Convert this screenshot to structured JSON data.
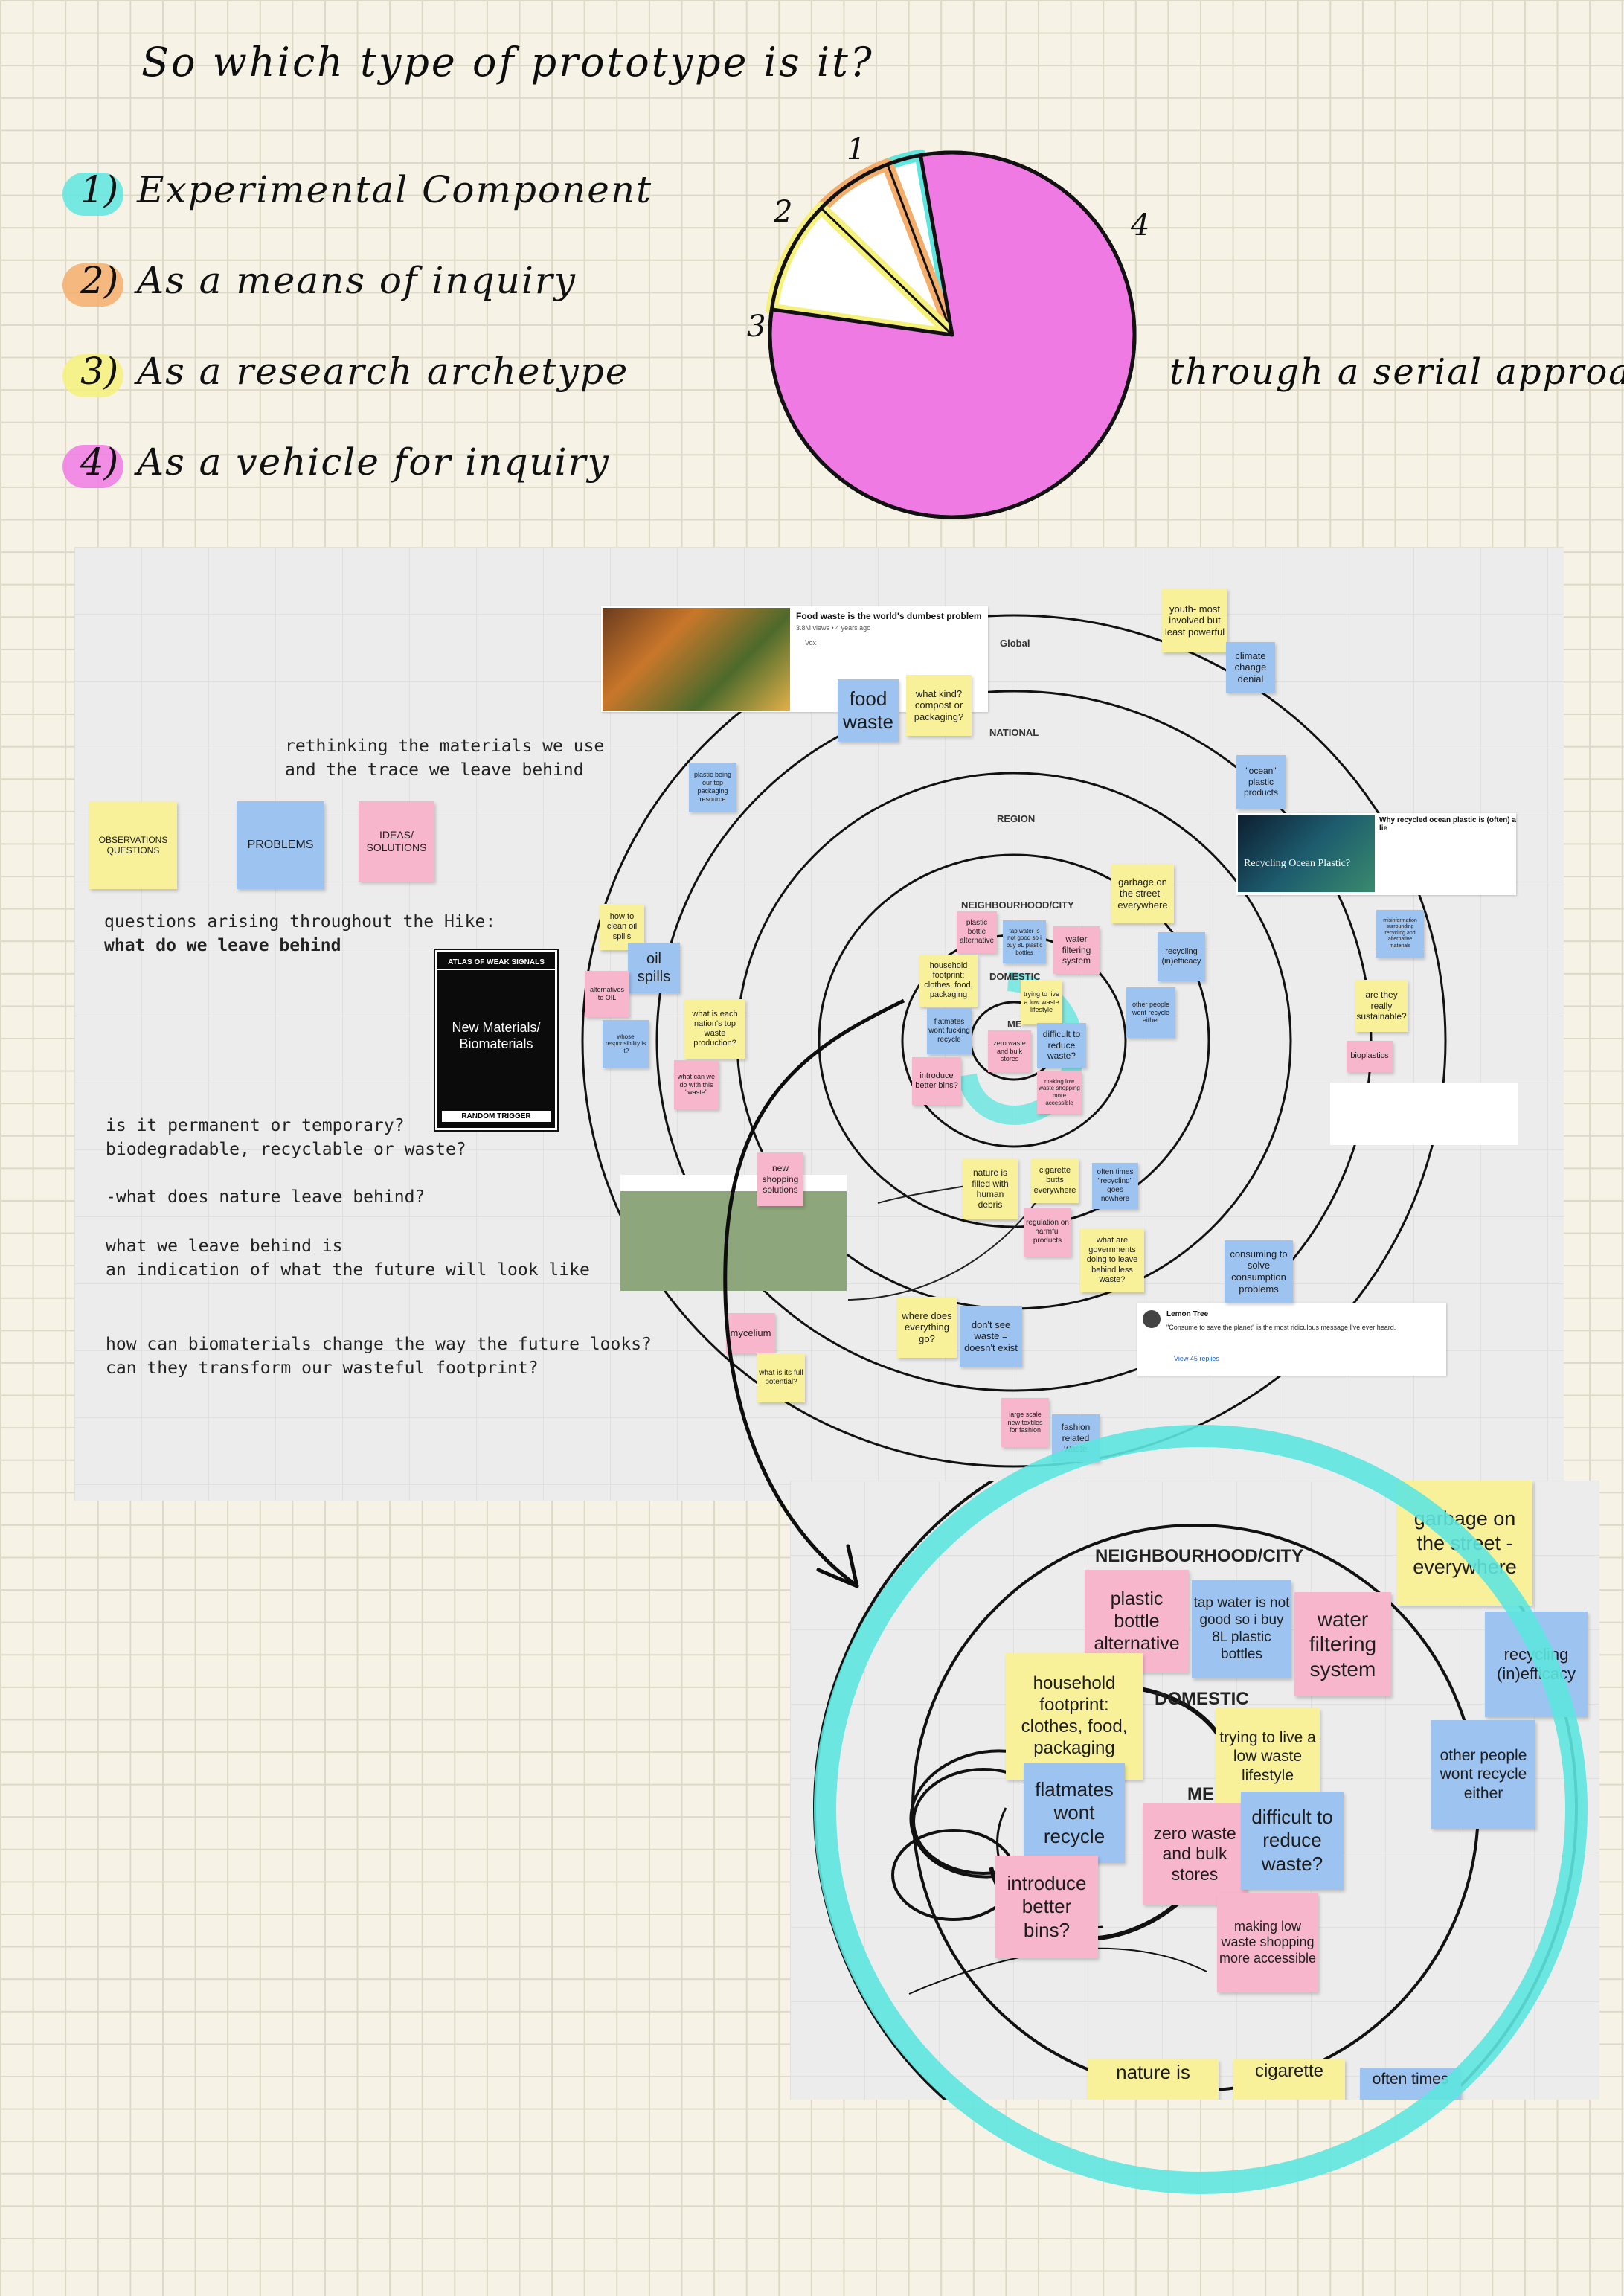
{
  "title": "So which type of prototype is it?",
  "types": [
    {
      "num": "1)",
      "label": "Experimental Component",
      "color": "#5ee6df",
      "pie_label": "1"
    },
    {
      "num": "2)",
      "label": "As a means of inquiry",
      "color": "#f4ad6b",
      "pie_label": "2"
    },
    {
      "num": "3)",
      "label": "As a research archetype",
      "color": "#f6f17a",
      "pie_label": "3"
    },
    {
      "num": "4)",
      "label": "As a vehicle for inquiry",
      "color": "#f07ae4",
      "pie_label": "4"
    }
  ],
  "serial_note": "through a serial approach",
  "board": {
    "heading": "rethinking the materials we use\nand the trace we leave behind",
    "legend": [
      "OBSERVATIONS\nQUESTIONS",
      "PROBLEMS",
      "IDEAS/\nSOLUTIONS"
    ],
    "questions_intro": "questions arising throughout the Hike:",
    "questions_bold": "what do we leave behind",
    "book": {
      "top": "ATLAS OF WEAK SIGNALS",
      "main": "New Materials/\nBiomaterials",
      "bottom": "RANDOM TRIGGER"
    },
    "q1": "is it permanent or temporary?\nbiodegradable, recyclable or waste?",
    "q2": "-what does nature leave behind?",
    "q3": "what we leave behind is\nan indication of what the future will look like",
    "q4": "how can biomaterials change the way the future looks?\ncan they transform our wasteful footprint?",
    "rings": [
      "Global",
      "NATIONAL",
      "REGION",
      "NEIGHBOURHOOD/CITY",
      "DOMESTIC",
      "ME"
    ],
    "video_title": "Food waste is the world's dumbest problem",
    "video_meta": "3.8M views • 4 years ago",
    "video_brand": "Vox",
    "article_title": "Why recycled ocean plastic is (often) a lie",
    "article_overlay": "Recycling Ocean Plastic?",
    "comment_author": "Lemon Tree",
    "comment_text": "\"Consume to save the planet\" is the most ridiculous message I've ever heard.",
    "comment_replies": "View 45 replies",
    "notes": {
      "youth": "youth- most involved but least powerful",
      "climate": "climate change denial",
      "food_waste": "food waste",
      "what_kind": "what kind? compost or packaging?",
      "plastic_top": "plastic being our top packaging resource",
      "ocean": "\"ocean\" plastic products",
      "garbage": "garbage on the street - everywhere",
      "recycling": "recycling (in)efficacy",
      "other_people": "other people wont recycle either",
      "misinfo": "misinformation surrounding recycling and alternative materials",
      "sustainable": "are they really sustainable?",
      "bioplastics": "bioplastics",
      "oil_clean": "how to clean oil spills",
      "oil_spills": "oil spills",
      "alt_oil": "alternatives to OIL",
      "whose": "whose responsibility is it?",
      "each_nation": "what is each nation's top waste production?",
      "what_can": "what can we do with this \"waste\"",
      "plastic_bottle": "plastic bottle alternative",
      "tap": "tap water is not good so i buy 8L plastic bottles",
      "water": "water filtering system",
      "household": "household footprint: clothes, food, packaging",
      "low_waste": "trying to live a low waste lifestyle",
      "flatmates": "flatmates wont fucking recycle",
      "zero_waste": "zero waste and bulk stores",
      "difficult": "difficult to reduce waste?",
      "bins": "introduce better bins?",
      "making_low": "making low waste shopping more accessible",
      "new_shopping": "new shopping solutions",
      "nature": "nature is filled with human debris",
      "cigarette": "cigarette butts everywhere",
      "often": "often times \"recycling\" goes nowhere",
      "regulation": "regulation on harmful products",
      "governments": "what are governments doing to leave behind less waste?",
      "consuming": "consuming to solve consumption problems",
      "where": "where does everything go?",
      "dont_see": "don't see waste = doesn't exist",
      "mycelium": "mycelium",
      "full": "what is its full potential?",
      "large_scale": "large scale new textiles for fashion",
      "fashion": "fashion related waste"
    }
  },
  "zoom": {
    "rings": [
      "NEIGHBOURHOOD/CITY",
      "DOMESTIC",
      "ME"
    ],
    "notes": {
      "garbage": "garbage on the street - everywhere",
      "plastic_bottle": "plastic bottle alternative",
      "tap": "tap water is not good so i buy 8L plastic bottles",
      "water": "water filtering system",
      "recycling": "recycling (in)efficacy",
      "household": "household footprint: clothes, food, packaging",
      "low_waste": "trying to live a low waste lifestyle",
      "other_people": "other people wont recycle either",
      "flatmates": "flatmates wont recycle",
      "zero_waste": "zero waste and bulk stores",
      "difficult": "difficult to reduce waste?",
      "bins": "introduce better bins?",
      "making_low": "making low waste shopping more accessible",
      "nature": "nature is",
      "cigarette": "cigarette",
      "often": "often times"
    }
  },
  "chart_data": {
    "type": "pie",
    "categories": [
      "1",
      "2",
      "3",
      "4"
    ],
    "values": [
      3,
      7,
      10,
      80
    ],
    "colors": [
      "#5ee6df",
      "#f4ad6b",
      "#f6f17a",
      "#f07ae4"
    ]
  }
}
